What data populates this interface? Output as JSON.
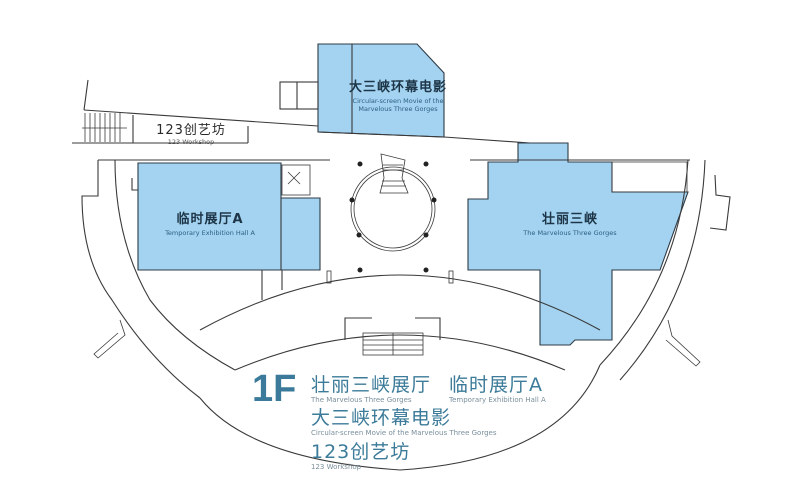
{
  "map": {
    "floor": "1F",
    "colors": {
      "hall_fill": "#a3d3f1",
      "legend_text": "#3c7b99",
      "walls": "#3a3a3a",
      "background": "#ffffff"
    },
    "areas": [
      {
        "id": "cinema",
        "zh": "大三峡环幕电影",
        "en_line1": "Circular-screen Movie of the",
        "en_line2": "Marvelous Three Gorges"
      },
      {
        "id": "workshop",
        "zh": "123创艺坊",
        "en": "123 Workshop"
      },
      {
        "id": "hall_a",
        "zh": "临时展厅A",
        "en": "Temporary Exhibition Hall A"
      },
      {
        "id": "three_gorges",
        "zh": "壮丽三峡",
        "en": "The Marvelous Three Gorges"
      }
    ],
    "legend": [
      {
        "zh": "壮丽三峡展厅",
        "en": "The Marvelous Three Gorges"
      },
      {
        "zh": "临时展厅A",
        "en": "Temporary Exhibition Hall A"
      },
      {
        "zh": "大三峡环幕电影",
        "en": "Circular-screen Movie of the Marvelous Three Gorges"
      },
      {
        "zh": "123创艺坊",
        "en": "123 Workshop"
      }
    ]
  }
}
